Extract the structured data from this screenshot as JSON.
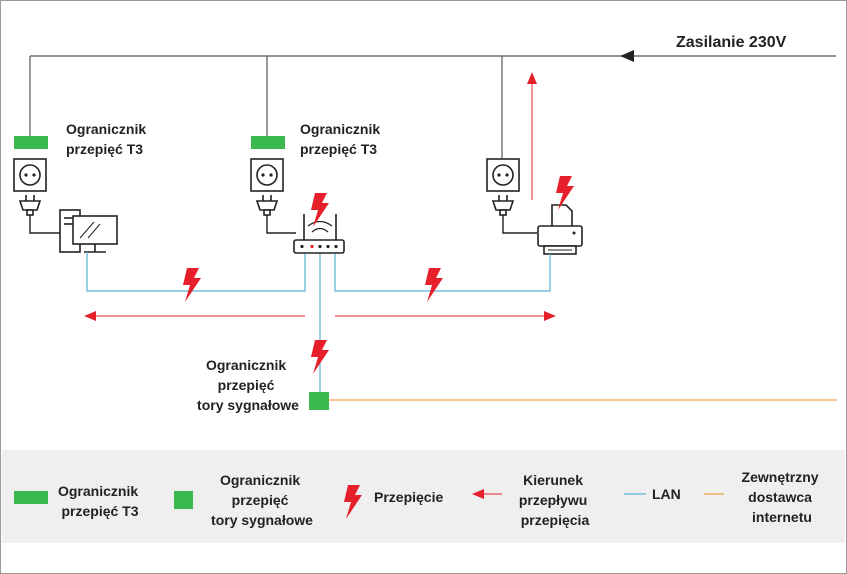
{
  "title": "Zasilanie 230V",
  "labels": {
    "t3_a": [
      "Ogranicznik",
      "przepięć T3"
    ],
    "t3_b": [
      "Ogranicznik",
      "przepięć T3"
    ],
    "signal": [
      "Ogranicznik",
      "przepięć",
      "tory sygnałowe"
    ]
  },
  "legend": {
    "t3": [
      "Ogranicznik",
      "przepięć T3"
    ],
    "signal": [
      "Ogranicznik",
      "przepięć",
      "tory sygnałowe"
    ],
    "surge": "Przepięcie",
    "direction": [
      "Kierunek",
      "przepływu",
      "przepięcia"
    ],
    "lan": "LAN",
    "isp": [
      "Zewnętrzny",
      "dostawca",
      "internetu"
    ]
  },
  "colors": {
    "power_line": "#555555",
    "protector": "#3cb94c",
    "surge": "#e5202a",
    "direction_arrow": "#e5202a",
    "lan": "#5ab3d6",
    "isp": "#f0a04b",
    "legend_bg": "#efefef"
  },
  "icons": [
    "socket-icon",
    "plug-icon",
    "computer-icon",
    "router-icon",
    "printer-icon",
    "lightning-icon"
  ]
}
